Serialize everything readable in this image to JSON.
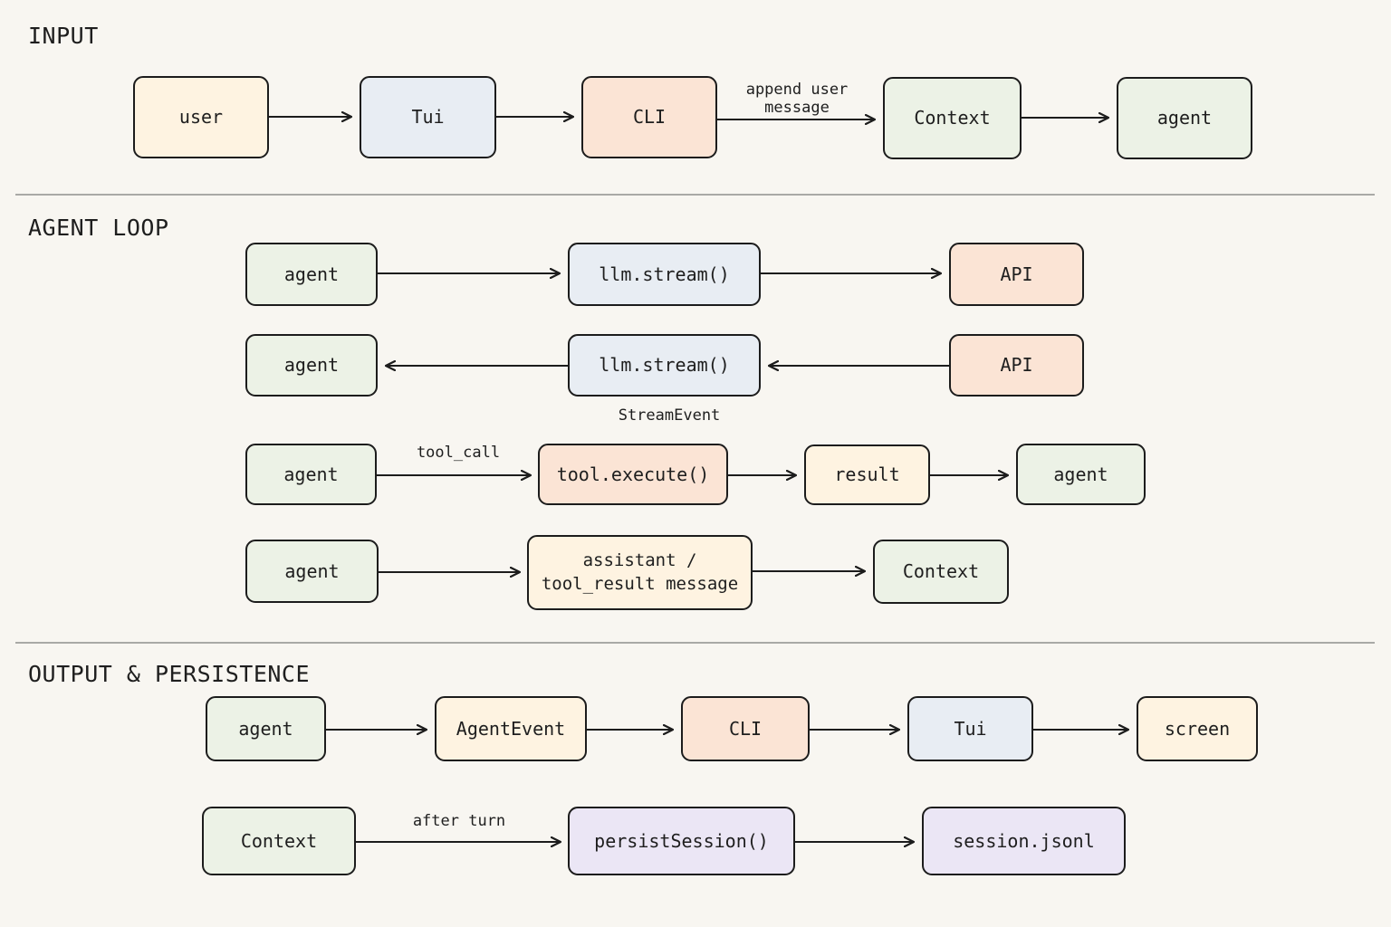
{
  "sections": {
    "input": "INPUT",
    "agent_loop": "AGENT LOOP",
    "output": "OUTPUT & PERSISTENCE"
  },
  "input_row": {
    "user": "user",
    "tui": "Tui",
    "cli": "CLI",
    "context": "Context",
    "agent": "agent",
    "edge_cli_context_line1": "append user",
    "edge_cli_context_line2": "message"
  },
  "loop_row1": {
    "agent": "agent",
    "llm": "llm.stream()",
    "api": "API"
  },
  "loop_row2": {
    "agent": "agent",
    "llm": "llm.stream()",
    "api": "API",
    "event_label": "StreamEvent"
  },
  "loop_row3": {
    "agent": "agent",
    "tool_execute": "tool.execute()",
    "result": "result",
    "agent_end": "agent",
    "edge_tool_call": "tool_call"
  },
  "loop_row4": {
    "agent": "agent",
    "message_line1": "assistant /",
    "message_line2": "tool_result message",
    "context": "Context"
  },
  "output_row1": {
    "agent": "agent",
    "agent_event": "AgentEvent",
    "cli": "CLI",
    "tui": "Tui",
    "screen": "screen"
  },
  "output_row2": {
    "context": "Context",
    "persist": "persistSession()",
    "session_file": "session.jsonl",
    "edge_after_turn": "after turn"
  },
  "colors": {
    "green": "#ecf2e6",
    "blue": "#e8edf3",
    "peach": "#fbe4d5",
    "cream": "#fef3e1",
    "purple": "#ebe6f5",
    "stroke": "#1c1c1c"
  }
}
